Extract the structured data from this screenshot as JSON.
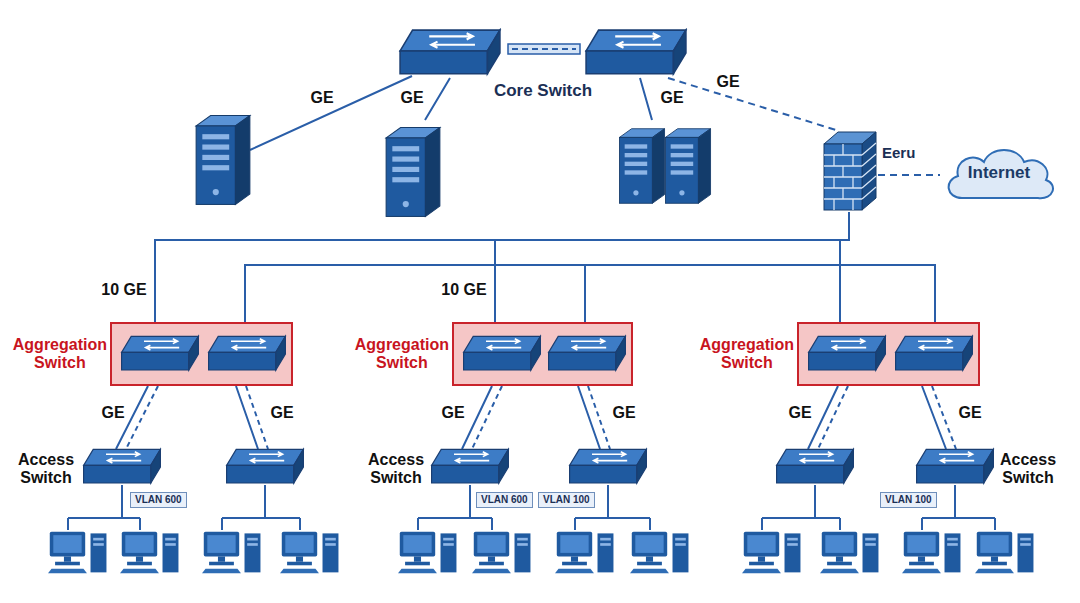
{
  "diagram": {
    "nodes": [
      {
        "text": [
          "Core Switch"
        ]
      },
      {
        "text": [
          "Eeru"
        ]
      },
      {
        "text": [
          "Internet"
        ]
      },
      {
        "text": [
          "Aggregation Switch"
        ]
      },
      {
        "text": [
          "Aggregation Switch"
        ]
      },
      {
        "text": [
          "Aggregation Switch"
        ]
      },
      {
        "text": [
          "VLAN 600"
        ]
      },
      {
        "text": [
          "VLAN 600"
        ]
      },
      {
        "text": [
          "VLAN 100"
        ]
      },
      {
        "text": [
          "VLAN 100"
        ]
      }
    ],
    "edges": [
      {
        "from": 0,
        "to": 1,
        "arrow": "none",
        "label": "GE"
      },
      {
        "from": 1,
        "to": 2,
        "arrow": "none"
      },
      {
        "from": 1,
        "to": 3,
        "arrow": "none"
      },
      {
        "from": 1,
        "to": 4,
        "arrow": "none"
      },
      {
        "from": 1,
        "to": 5,
        "arrow": "none"
      },
      {
        "from": 3,
        "to": 4,
        "arrow": "none"
      },
      {
        "from": 4,
        "to": 5,
        "arrow": "none"
      }
    ],
    "labels": [
      "GE",
      "GE",
      "GE",
      "10 GE",
      "10 GE",
      "GE",
      "GE",
      "GE",
      "GE",
      "GE",
      "GE",
      "Access Switch",
      "Access Switch",
      "Access Switch"
    ]
  }
}
